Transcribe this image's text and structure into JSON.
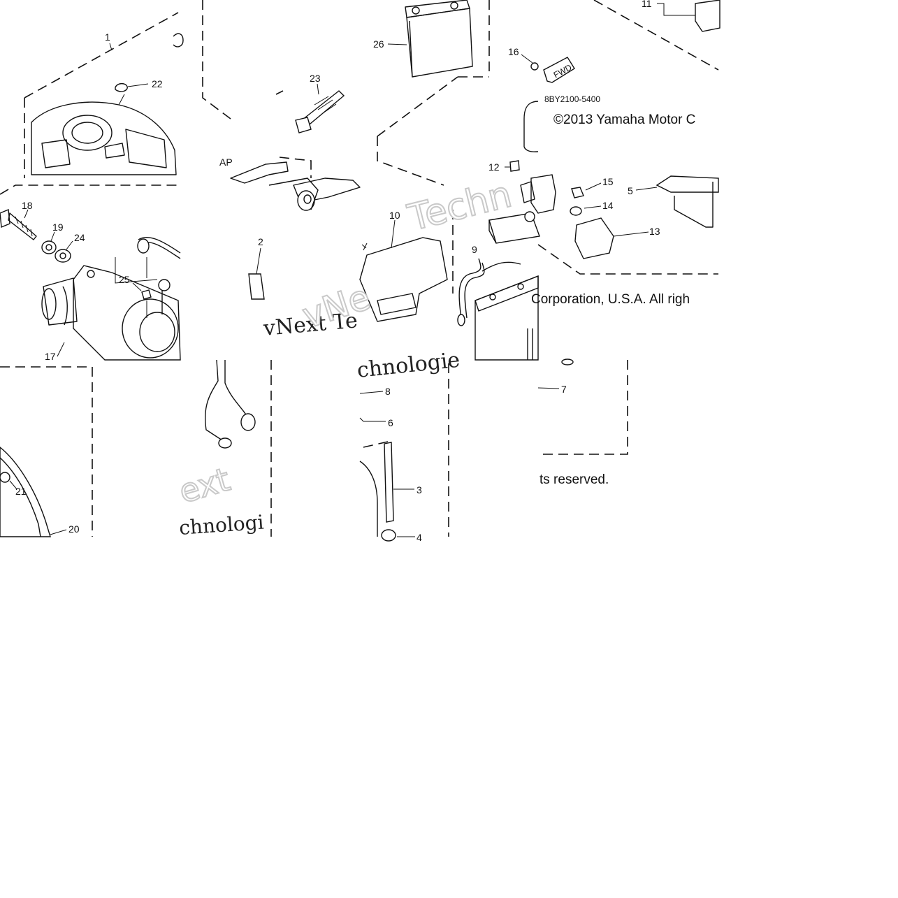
{
  "diagram": {
    "callouts": [
      "1",
      "2",
      "3",
      "4",
      "5",
      "6",
      "7",
      "8",
      "9",
      "10",
      "11",
      "12",
      "13",
      "14",
      "15",
      "16",
      "17",
      "18",
      "19",
      "20",
      "21",
      "22",
      "23",
      "24",
      "25",
      "26"
    ],
    "label_ap": "AP",
    "fwd_label": "FWD",
    "part_code": "8BY2100-5400",
    "copyright_line1": "©2013 Yamaha Motor C",
    "copyright_line2": "Corporation, U.S.A. All righ",
    "copyright_line3": "ts reserved.",
    "watermarks": [
      "Techn",
      "vNext Te",
      "vNe",
      "chnologie",
      "ext",
      "chnologi"
    ]
  }
}
